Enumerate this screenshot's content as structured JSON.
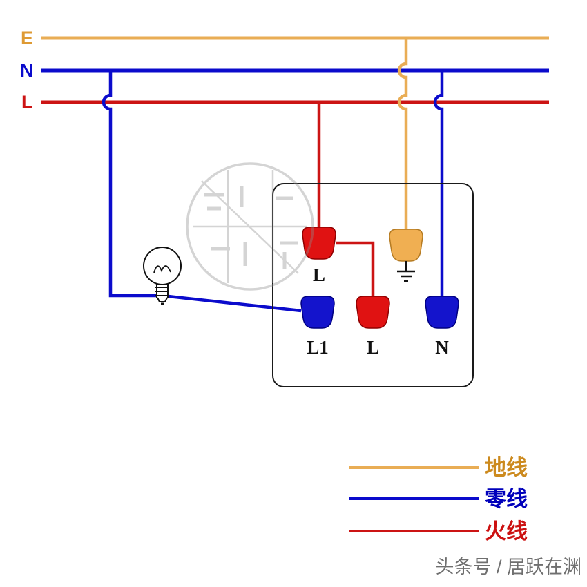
{
  "bus": {
    "earth": {
      "label": "E",
      "color": "#DE9A33"
    },
    "neutral": {
      "label": "N",
      "color": "#0B0BCC"
    },
    "live": {
      "label": "L",
      "color": "#CC1414"
    }
  },
  "wire_colors": {
    "earth": "#E9AD55",
    "neutral": "#0B0BCC",
    "live": "#CC1414"
  },
  "switch_box": {
    "terminals": {
      "top_live_label": "L",
      "bottom_left_label": "L1",
      "bottom_middle_label": "L",
      "bottom_right_label": "N"
    },
    "terminal_colors": {
      "live": "#E01212",
      "neutral": "#1414CC",
      "earth": "#F0AF52"
    }
  },
  "legend": {
    "items": [
      {
        "label": "地线",
        "color": "#CC8A1E"
      },
      {
        "label": "零线",
        "color": "#0000BB"
      },
      {
        "label": "火线",
        "color": "#CC1111"
      }
    ]
  },
  "caption": "头条号 / 居跃在渊"
}
